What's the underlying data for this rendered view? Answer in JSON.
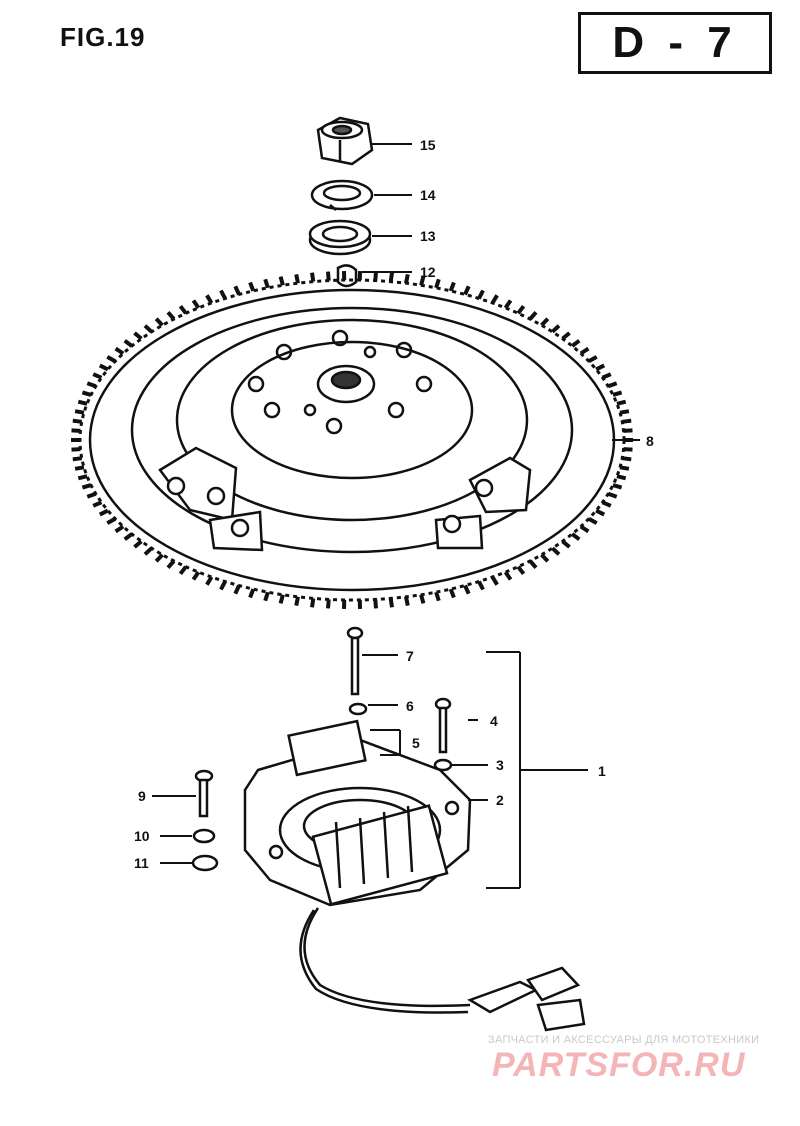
{
  "figure_label": "FIG.19",
  "page_code": "D - 7",
  "callouts": {
    "c1": "1",
    "c2": "2",
    "c3": "3",
    "c4": "4",
    "c5": "5",
    "c6": "6",
    "c7": "7",
    "c8": "8",
    "c9": "9",
    "c10": "10",
    "c11": "11",
    "c12": "12",
    "c13": "13",
    "c14": "14",
    "c15": "15"
  },
  "watermark": {
    "top_text": "ЗАПЧАСТИ И АКСЕССУАРЫ ДЛЯ МОТОТЕХНИКИ",
    "brand": "PARTSFOR.RU"
  }
}
